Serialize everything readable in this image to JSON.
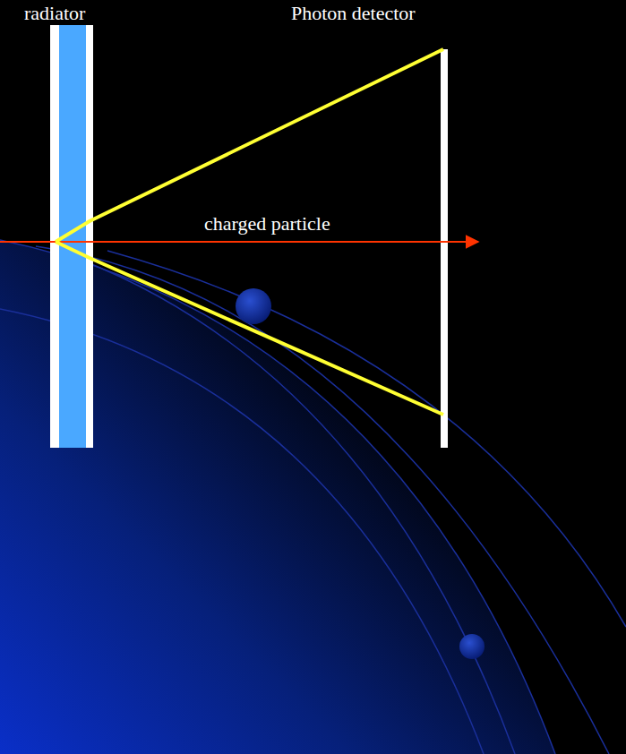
{
  "diagram": {
    "labels": [
      "radiator",
      "Photon detector",
      "charged particle"
    ]
  }
}
